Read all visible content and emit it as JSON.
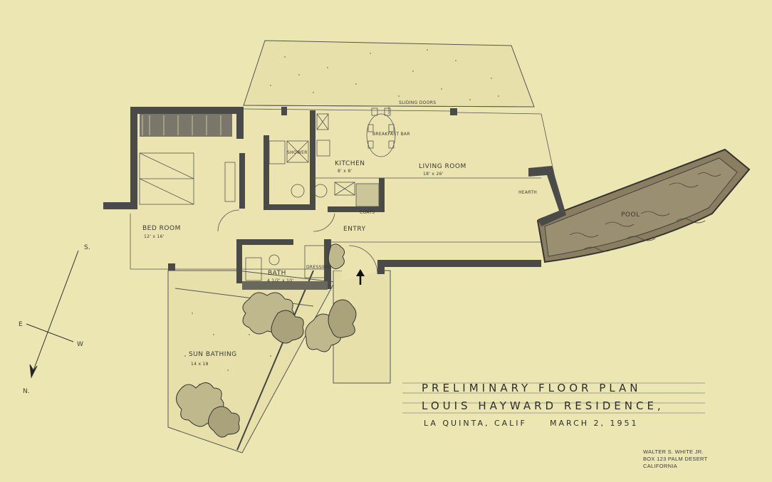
{
  "title_block": {
    "line1": "PRELIMINARY FLOOR PLAN",
    "line2": "LOUIS HAYWARD RESIDENCE,",
    "location": "LA QUINTA, CALIF",
    "date": "MARCH 2, 1951"
  },
  "architect_stamp": {
    "name": "WALTER S. WHITE JR.",
    "address": "BOX 123 PALM DESERT",
    "state": "CALIFORNIA"
  },
  "rooms": {
    "bedroom": {
      "name": "BED ROOM",
      "size": "12' x 16'"
    },
    "kitchen": {
      "name": "KITCHEN",
      "size": "8' x 8'"
    },
    "living": {
      "name": "LIVING ROOM",
      "size": "18' x 26'"
    },
    "entry": {
      "name": "ENTRY"
    },
    "bath": {
      "name": "BATH",
      "size": "4 1/2' x 10'"
    },
    "pool": {
      "name": "POOL"
    },
    "sunbathing": {
      "name": "SUN BATHING",
      "size": "14 x 18"
    }
  },
  "annotations": {
    "sliding_doors": "SLIDING DOORS",
    "breakfast_bar": "BREAKFAST BAR",
    "shower": "SHOWER",
    "hearth": "HEARTH",
    "coats": "COATS",
    "dressing": "DRESSING"
  },
  "compass": {
    "s": "S.",
    "e": "E",
    "w": "W",
    "n": "N."
  },
  "colors": {
    "paper": "#ece6b3",
    "ink": "#3a3a3a",
    "wall": "#4a4a48"
  }
}
